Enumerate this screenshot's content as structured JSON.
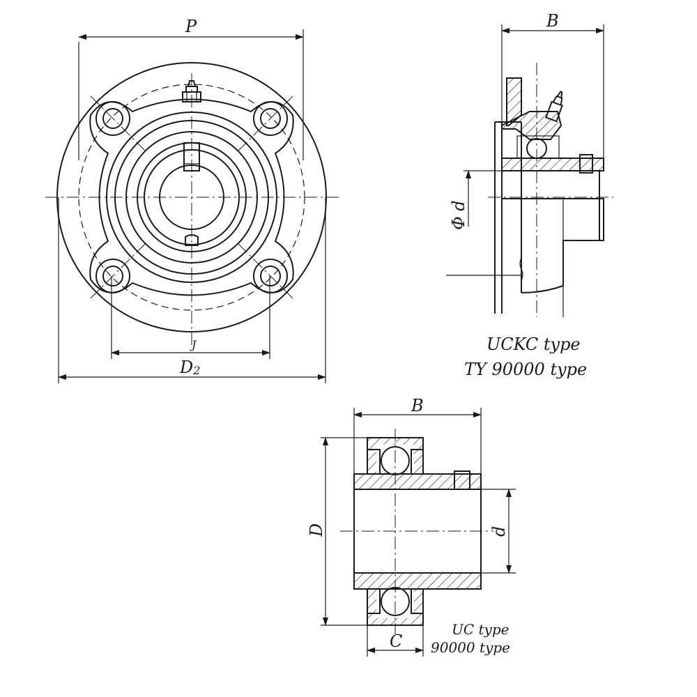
{
  "front_view": {
    "labels": {
      "P": "P",
      "J": "J",
      "D2_base": "D",
      "D2_sub": "2"
    }
  },
  "side_view": {
    "labels": {
      "B": "B",
      "phi_d": "Φ d"
    },
    "caption": {
      "line1": "UCKC type",
      "line2": "TY 90000 type"
    }
  },
  "insert_view": {
    "labels": {
      "B": "B",
      "D": "D",
      "d": "d",
      "C": "C"
    },
    "caption": {
      "line1": "UC type",
      "line2": "90000 type"
    }
  }
}
